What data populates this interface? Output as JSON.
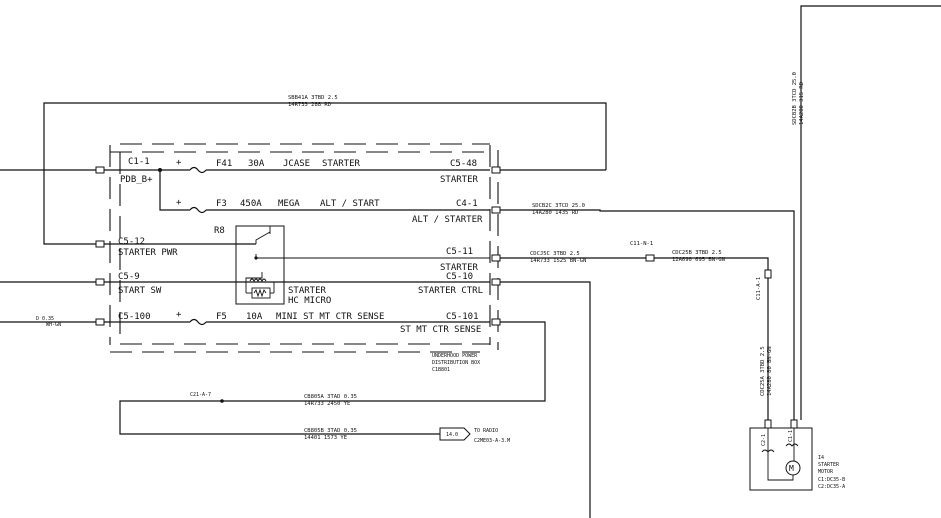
{
  "pdb": {
    "c1_1": "C1-1",
    "pdb_b": "PDB_B+",
    "f41": "F41",
    "f41_amp": "30A",
    "f41_type": "JCASE",
    "f41_desc": "STARTER",
    "c5_48": "C5-48",
    "c5_48_desc": "STARTER",
    "f3": "F3",
    "f3_amp": "450A",
    "f3_type": "MEGA",
    "f3_desc": "ALT / START",
    "c4_1": "C4-1",
    "c4_1_desc": "ALT / STARTER",
    "c5_12": "C5-12",
    "c5_12_desc": "STARTER PWR",
    "r8": "R8",
    "c5_11": "C5-11",
    "c5_11_desc": "STARTER",
    "c5_9": "C5-9",
    "c5_9_desc": "START SW",
    "relay_line1": "STARTER",
    "relay_line2": "HC MICRO",
    "c5_10": "C5-10",
    "c5_10_desc": "STARTER CTRL",
    "c5_100": "C5-100",
    "f5": "F5",
    "f5_amp": "10A",
    "f5_desc": "MINI ST MT CTR SENSE",
    "c5_101": "C5-101",
    "c5_101_desc": "ST MT CTR SENSE",
    "box_line1": "UNDERHOOD POWER",
    "box_line2": "DISTRIBUTION BOX",
    "box_line3": "C1B801",
    "plus": "+"
  },
  "wires": {
    "sbb41a_1": "SBB41A  3TBD 2.5",
    "sbb41a_2": "14R733  288  RD",
    "sdcb2c_1": "SDCB2C  3TCD 25.0",
    "sdcb2c_2": "14A280  1435 RD",
    "sdcb2b_1": "SDCB2B  3TCD 25.0",
    "sdcb2b_2": "14A280  315  RD",
    "cdcj5c_1": "CDCJ5C  3TBD 2.5",
    "cdcj5c_2": "14R733  1525 BN-GN",
    "c11_n_1": "C11-N-1",
    "cdc25b_1": "CDC25B  3TBD 2.5",
    "cdc25b_2": "12A690  695  BN-GN",
    "c11_a_1": "C11-A-1",
    "cdc25a_1": "CDC25A  3TBD 2.5",
    "cdc25a_2": "14A280  80  BN-GN",
    "left_1": "D 0.35",
    "left_2": "WH-GN",
    "c21_a_7": "C21-A-7",
    "cb805a_1": "CB805A  3TAD 0.35",
    "cb805a_2": "14R733  2450 YE",
    "cb805b_1": "CB805B  3TAD 0.35",
    "cb805b_2": "14401  1573 YE",
    "radio_ref": "14.0",
    "radio_to": "TO RADIO",
    "radio_conn": "C2ME03-A-3.M"
  },
  "motor": {
    "pin_a": "C2-1",
    "pin_b": "C1-1",
    "id": "I4",
    "name1": "STARTER",
    "name2": "MOTOR",
    "c1": "C1:DC35-B",
    "c2": "C2:DC35-A"
  }
}
